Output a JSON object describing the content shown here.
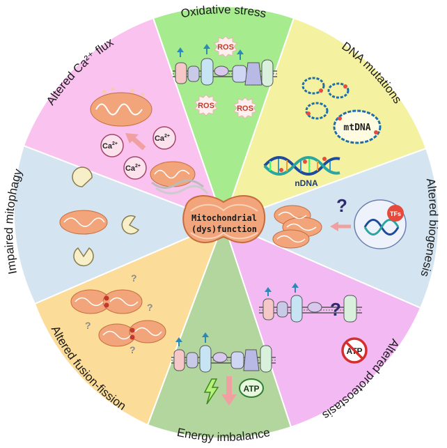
{
  "center": {
    "line1": "Mitochondrial",
    "line2": "(dys)function"
  },
  "segments": [
    {
      "id": "oxidative",
      "label": "Oxidative stress",
      "color": "#a6eb8e"
    },
    {
      "id": "dna",
      "label": "DNA mutations",
      "color": "#f4f1a0"
    },
    {
      "id": "biogenesis",
      "label": "Altered biogenesis",
      "color": "#d4e4f1"
    },
    {
      "id": "proteostasis",
      "label": "Altered proteostasis",
      "color": "#f2b9f2"
    },
    {
      "id": "energy",
      "label": "Energy imbalance",
      "color": "#b3d69f"
    },
    {
      "id": "fusion",
      "label": "Altered fusion-fission",
      "color": "#fbdc98"
    },
    {
      "id": "mitophagy",
      "label": "Impaired mitophagy",
      "color": "#d4e4f1"
    },
    {
      "id": "calcium",
      "label": "Altered Ca²⁺ flux",
      "color": "#f9c2ef"
    }
  ],
  "labels": {
    "ros": "ROS",
    "mtdna": "mtDNA",
    "ndna": "nDNA",
    "tfs": "TFs",
    "atp": "ATP",
    "ca_base": "Ca",
    "ca_sup": "2+",
    "question": "?"
  }
}
